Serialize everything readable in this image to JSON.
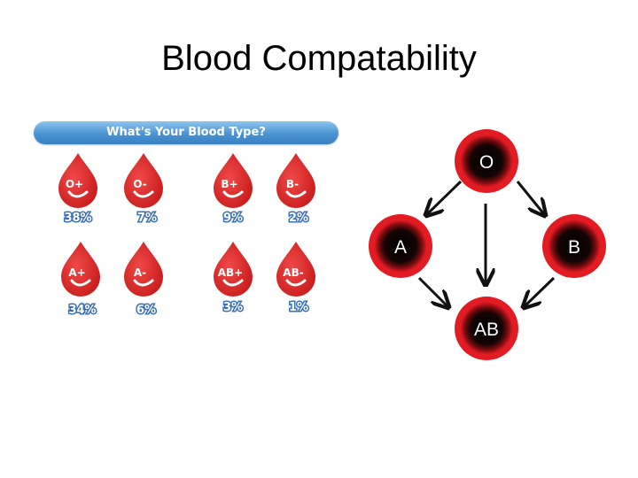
{
  "title": "Blood Compatability",
  "banner": "What's Your Blood Type?",
  "drops": [
    {
      "type": "O+",
      "percent": "38%"
    },
    {
      "type": "O-",
      "percent": "7%"
    },
    {
      "type": "B+",
      "percent": "9%"
    },
    {
      "type": "B-",
      "percent": "2%"
    },
    {
      "type": "A+",
      "percent": "34%"
    },
    {
      "type": "A-",
      "percent": "6%"
    },
    {
      "type": "AB+",
      "percent": "3%"
    },
    {
      "type": "AB-",
      "percent": "1%"
    }
  ],
  "diagram": {
    "nodes": [
      "O",
      "A",
      "B",
      "AB"
    ],
    "edges": [
      {
        "from": "O",
        "to": "A"
      },
      {
        "from": "O",
        "to": "B"
      },
      {
        "from": "O",
        "to": "AB"
      },
      {
        "from": "A",
        "to": "AB"
      },
      {
        "from": "B",
        "to": "AB"
      }
    ]
  },
  "colors": {
    "drop_red": "#e02a2a",
    "banner_blue": "#4a93d2",
    "node_red": "#e31b23"
  }
}
